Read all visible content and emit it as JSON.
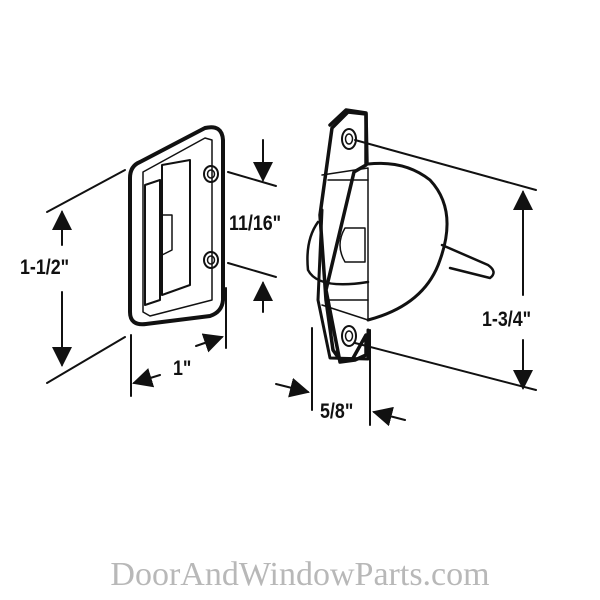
{
  "diagram": {
    "subject": "Window sash lock with keeper",
    "parts": [
      {
        "name": "keeper",
        "description": "Rectangular strike plate with two screw holes"
      },
      {
        "name": "sash-lock",
        "description": "Rounded lock body with lever arm and two screw holes"
      }
    ],
    "dimensions": {
      "keeper_height": "1-1/2\"",
      "keeper_width": "1\"",
      "keeper_hole_spacing": "11/16\"",
      "lock_hole_spacing": "1-3/4\"",
      "lock_depth": "5/8\""
    },
    "watermark": "DoorAndWindowParts.com",
    "colors": {
      "line": "#111111",
      "watermark": "#b8b8b8",
      "background": "#ffffff"
    }
  }
}
